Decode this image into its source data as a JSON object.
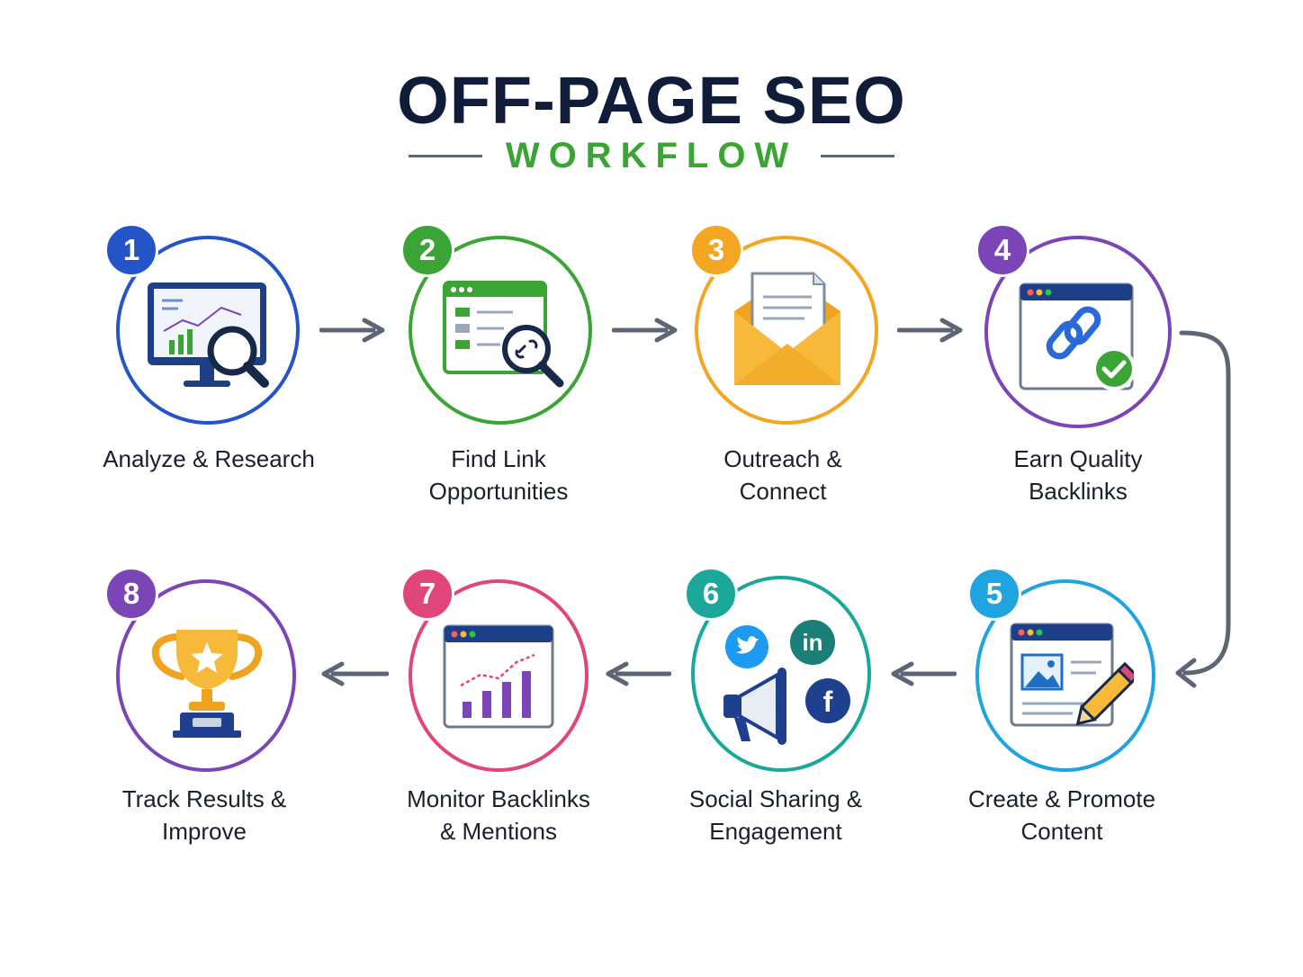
{
  "header": {
    "title": "OFF-PAGE SEO",
    "subtitle": "WORKFLOW"
  },
  "steps": [
    {
      "number": "1",
      "label_line1": "Analyze & Research",
      "label_line2": "",
      "color": "#2355c9",
      "icon": "monitor-search-icon"
    },
    {
      "number": "2",
      "label_line1": "Find Link",
      "label_line2": "Opportunities",
      "color": "#3aa534",
      "icon": "browser-link-search-icon"
    },
    {
      "number": "3",
      "label_line1": "Outreach &",
      "label_line2": "Connect",
      "color": "#f4a521",
      "icon": "envelope-icon"
    },
    {
      "number": "4",
      "label_line1": "Earn Quality",
      "label_line2": "Backlinks",
      "color": "#7b45b8",
      "icon": "browser-chain-check-icon"
    },
    {
      "number": "5",
      "label_line1": "Create & Promote",
      "label_line2": "Content",
      "color": "#1fa4e0",
      "icon": "content-edit-icon"
    },
    {
      "number": "6",
      "label_line1": "Social Sharing &",
      "label_line2": "Engagement",
      "color": "#1aa89a",
      "icon": "megaphone-social-icon"
    },
    {
      "number": "7",
      "label_line1": "Monitor Backlinks",
      "label_line2": "& Mentions",
      "color": "#e0457b",
      "icon": "browser-chart-icon"
    },
    {
      "number": "8",
      "label_line1": "Track Results &",
      "label_line2": "Improve",
      "color": "#7b45b8",
      "icon": "trophy-icon"
    }
  ],
  "social_icons": {
    "linkedin": "in",
    "facebook": "f"
  },
  "colors": {
    "title": "#0f1c3a",
    "subtitle": "#3aa534",
    "arrow": "#5d6675"
  }
}
